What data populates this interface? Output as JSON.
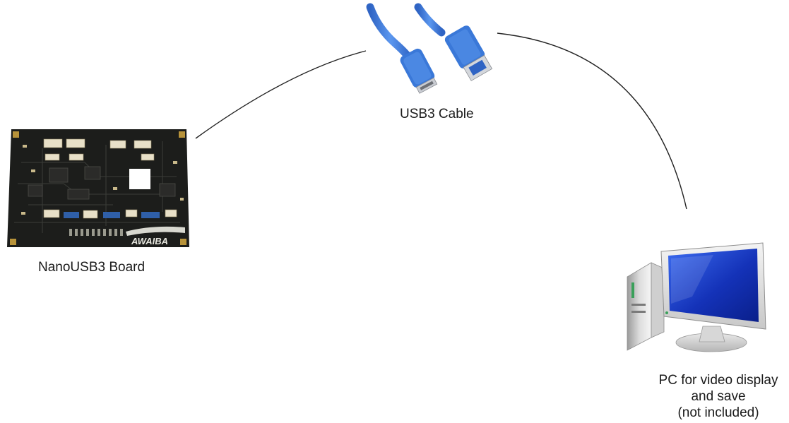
{
  "labels": {
    "board": "NanoUSB3 Board",
    "cable": "USB3 Cable",
    "pc_lines": [
      "PC for video display",
      "and save",
      "(not included)"
    ]
  },
  "board_logo_text": "AWAIBA",
  "icons": {
    "board": "circuit-board-icon",
    "cable": "usb-cable-icon",
    "pc": "desktop-computer-icon"
  },
  "colors": {
    "background": "#ffffff",
    "connector_line": "#222222",
    "cable_blue": "#3a78d8",
    "board_dark": "#1c1d1b",
    "monitor_screen": "#1432b8"
  }
}
